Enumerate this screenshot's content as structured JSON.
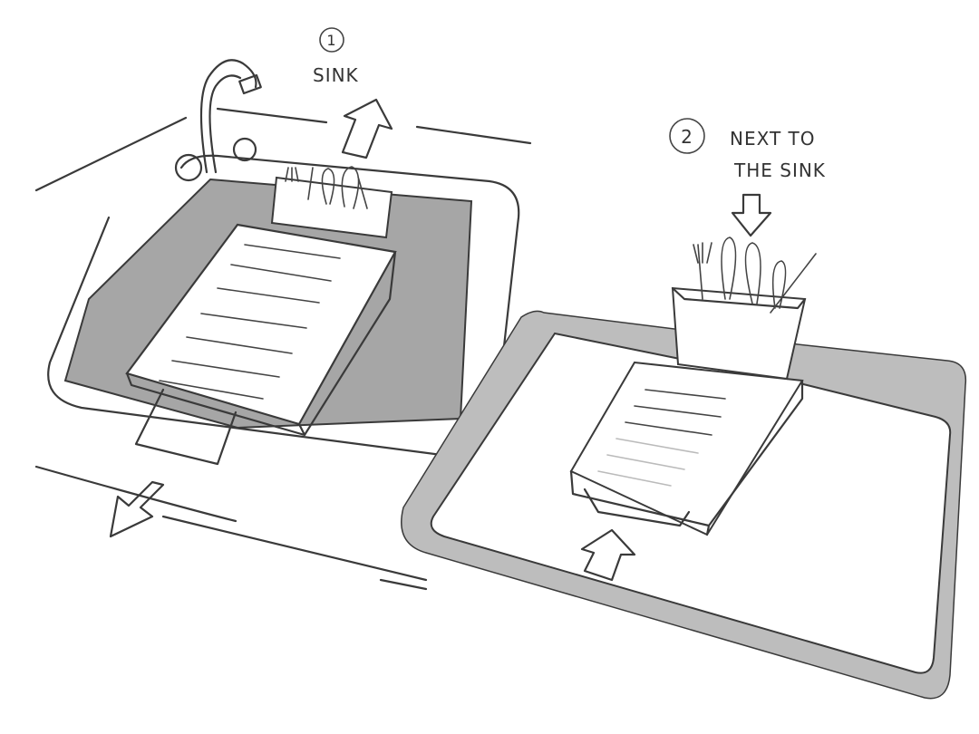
{
  "labels": {
    "option1_number": "1",
    "option1_title": "SINK",
    "option2_number": "2",
    "option2_line1": "NEXT TO",
    "option2_line2": "THE SINK"
  },
  "colors": {
    "basin_gray": "#a6a6a6",
    "mat_gray": "#bdbdbd",
    "line": "#3a3a3a"
  }
}
